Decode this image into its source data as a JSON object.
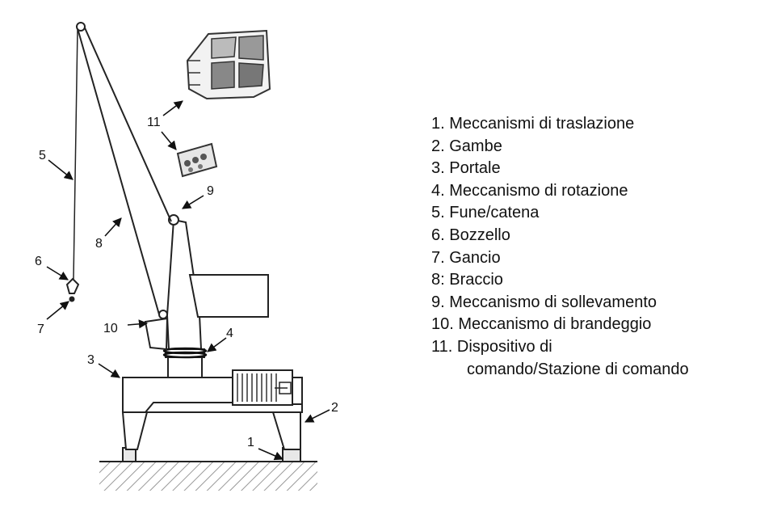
{
  "callouts": {
    "c1": "1",
    "c2": "2",
    "c3": "3",
    "c4": "4",
    "c5": "5",
    "c6": "6",
    "c7": "7",
    "c8": "8",
    "c9": "9",
    "c10": "10",
    "c11": "11"
  },
  "legend": {
    "items": [
      "1. Meccanismi di traslazione",
      "2. Gambe",
      "3. Portale",
      "4. Meccanismo di rotazione",
      "5. Fune/catena",
      "6. Bozzello",
      "7. Gancio",
      "8: Braccio",
      "9. Meccanismo di sollevamento",
      "10. Meccanismo di brandeggio",
      "11. Dispositivo di"
    ],
    "item_11_continuation": "comando/Stazione di comando"
  }
}
